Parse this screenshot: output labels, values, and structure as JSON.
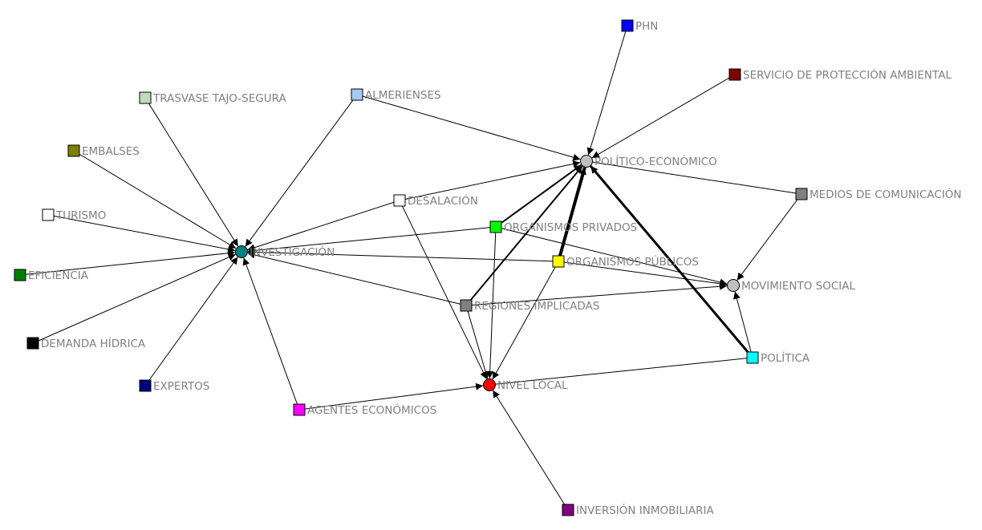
{
  "nodes": [
    {
      "id": "phn",
      "label": "PHN",
      "shape": "square",
      "color": "#0000ff"
    },
    {
      "id": "servicio",
      "label": "SERVICIO DE PROTECCIÓN AMBIENTAL",
      "shape": "square",
      "color": "#800000"
    },
    {
      "id": "trasvase",
      "label": "TRASVASE TAJO-SEGURA",
      "shape": "square",
      "color": "#c0dcc0"
    },
    {
      "id": "almerienses",
      "label": "ALMERIENSES",
      "shape": "square",
      "color": "#a6caf0"
    },
    {
      "id": "embalses",
      "label": "EMBALSES",
      "shape": "square",
      "color": "#808000"
    },
    {
      "id": "poleco",
      "label": "POLÍTICO-ECONÓMICO",
      "shape": "circle",
      "color": "#c0c0c0"
    },
    {
      "id": "medios",
      "label": "MEDIOS DE COMUNICACIÓN",
      "shape": "square",
      "color": "#808080"
    },
    {
      "id": "desalacion",
      "label": "DESALACIÓN",
      "shape": "square",
      "color": "#ffffff"
    },
    {
      "id": "turismo",
      "label": "TURISMO",
      "shape": "square",
      "color": "#ffffff"
    },
    {
      "id": "orgpriv",
      "label": "ORGANISMOS PRIVADOS",
      "shape": "square",
      "color": "#00ff00"
    },
    {
      "id": "investigacion",
      "label": "INVESTIGACIÓN",
      "shape": "circle",
      "color": "#008080"
    },
    {
      "id": "orgpub",
      "label": "ORGANISMOS PÚBLICOS",
      "shape": "square",
      "color": "#ffff00"
    },
    {
      "id": "eficiencia",
      "label": "EFICIENCIA",
      "shape": "square",
      "color": "#008000"
    },
    {
      "id": "movsocial",
      "label": "MOVIMIENTO SOCIAL",
      "shape": "circle",
      "color": "#c0c0c0"
    },
    {
      "id": "regiones",
      "label": "REGIONES IMPLICADAS",
      "shape": "square",
      "color": "#808080"
    },
    {
      "id": "demanda",
      "label": "DEMANDA HÍDRICA",
      "shape": "square",
      "color": "#000000"
    },
    {
      "id": "politica",
      "label": "POLÍTICA",
      "shape": "square",
      "color": "#00ffff"
    },
    {
      "id": "nivellocal",
      "label": "NIVEL LOCAL",
      "shape": "circle",
      "color": "#ff0000"
    },
    {
      "id": "expertos",
      "label": "EXPERTOS",
      "shape": "square",
      "color": "#000080"
    },
    {
      "id": "agentes",
      "label": "AGENTES ECONÓMICOS",
      "shape": "square",
      "color": "#ff00ff"
    },
    {
      "id": "inversion",
      "label": "INVERSIÓN INMOBILIARIA",
      "shape": "square",
      "color": "#800080"
    }
  ],
  "edges": [
    {
      "from": "phn",
      "to": "poleco",
      "weight": 1
    },
    {
      "from": "servicio",
      "to": "poleco",
      "weight": 1
    },
    {
      "from": "almerienses",
      "to": "poleco",
      "weight": 1
    },
    {
      "from": "desalacion",
      "to": "poleco",
      "weight": 1
    },
    {
      "from": "orgpriv",
      "to": "poleco",
      "weight": 2
    },
    {
      "from": "regiones",
      "to": "poleco",
      "weight": 2
    },
    {
      "from": "orgpub",
      "to": "poleco",
      "weight": 4
    },
    {
      "from": "politica",
      "to": "poleco",
      "weight": 3
    },
    {
      "from": "medios",
      "to": "poleco",
      "weight": 1,
      "undirected": true
    },
    {
      "from": "medios",
      "to": "movsocial",
      "weight": 1
    },
    {
      "from": "orgpriv",
      "to": "movsocial",
      "weight": 1
    },
    {
      "from": "orgpub",
      "to": "movsocial",
      "weight": 1
    },
    {
      "from": "regiones",
      "to": "movsocial",
      "weight": 1
    },
    {
      "from": "politica",
      "to": "movsocial",
      "weight": 1
    },
    {
      "from": "politica",
      "to": "nivellocal",
      "weight": 1,
      "undirected": true
    },
    {
      "from": "desalacion",
      "to": "nivellocal",
      "weight": 1
    },
    {
      "from": "orgpriv",
      "to": "nivellocal",
      "weight": 1
    },
    {
      "from": "regiones",
      "to": "nivellocal",
      "weight": 1
    },
    {
      "from": "orgpub",
      "to": "nivellocal",
      "weight": 1
    },
    {
      "from": "agentes",
      "to": "nivellocal",
      "weight": 1
    },
    {
      "from": "inversion",
      "to": "nivellocal",
      "weight": 1
    },
    {
      "from": "trasvase",
      "to": "investigacion",
      "weight": 1
    },
    {
      "from": "embalses",
      "to": "investigacion",
      "weight": 1
    },
    {
      "from": "turismo",
      "to": "investigacion",
      "weight": 1
    },
    {
      "from": "eficiencia",
      "to": "investigacion",
      "weight": 1
    },
    {
      "from": "demanda",
      "to": "investigacion",
      "weight": 1
    },
    {
      "from": "expertos",
      "to": "investigacion",
      "weight": 1
    },
    {
      "from": "agentes",
      "to": "investigacion",
      "weight": 1
    },
    {
      "from": "almerienses",
      "to": "investigacion",
      "weight": 1
    },
    {
      "from": "desalacion",
      "to": "investigacion",
      "weight": 1
    },
    {
      "from": "orgpriv",
      "to": "investigacion",
      "weight": 1
    },
    {
      "from": "orgpub",
      "to": "investigacion",
      "weight": 1
    },
    {
      "from": "regiones",
      "to": "investigacion",
      "weight": 1
    }
  ]
}
